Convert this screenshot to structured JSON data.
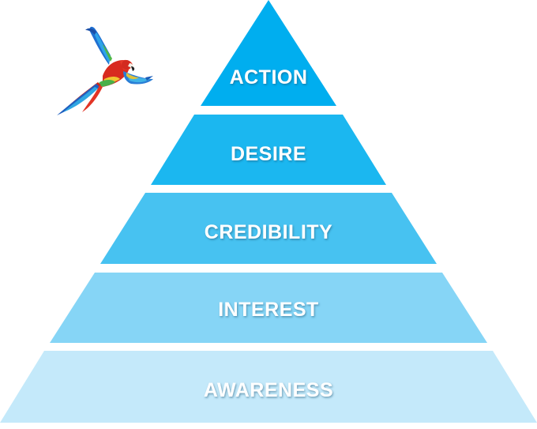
{
  "pyramid": {
    "tiers": [
      {
        "label": "ACTION",
        "color": "#00aeef"
      },
      {
        "label": "DESIRE",
        "color": "#1bb7f0"
      },
      {
        "label": "CREDIBILITY",
        "color": "#47c2f1"
      },
      {
        "label": "INTEREST",
        "color": "#86d5f6"
      },
      {
        "label": "AWARENESS",
        "color": "#c4e9fa"
      }
    ]
  },
  "illustration": {
    "icon": "parrot-icon"
  }
}
